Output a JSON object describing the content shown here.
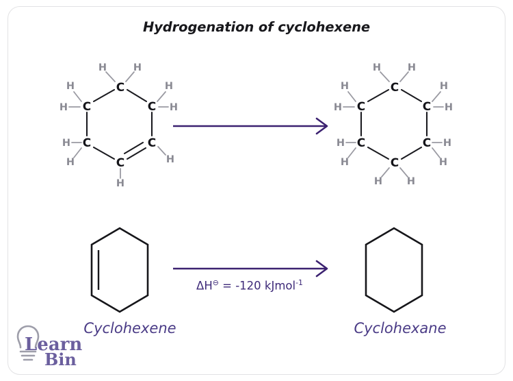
{
  "figure": {
    "title": "Hydrogenation of cyclohexene",
    "border_color": "#e2e2e4",
    "background": "#ffffff"
  },
  "colors": {
    "accent_purple": "#3b2170",
    "label_purple": "#4a3b86",
    "enthalpy_purple": "#3e2a79",
    "carbon_black": "#15151a",
    "hydrogen_gray": "#8a8a93",
    "logo_purple": "#6b5f9e",
    "bulb_gray": "#9e9eaa"
  },
  "reaction_top": {
    "reactant": {
      "name": "cyclohexene-displayed-formula",
      "carbon_label": "C",
      "hydrogen_label": "H",
      "carbon_count": 6,
      "hydrogen_count": 10,
      "double_bonds": 1
    },
    "arrow": {
      "name": "reaction-arrow",
      "direction": "right",
      "color": "#3b2170"
    },
    "product": {
      "name": "cyclohexane-displayed-formula",
      "carbon_label": "C",
      "hydrogen_label": "H",
      "carbon_count": 6,
      "hydrogen_count": 12,
      "double_bonds": 0
    }
  },
  "reaction_bottom": {
    "reactant": {
      "name": "cyclohexene-skeletal",
      "label": "Cyclohexene",
      "double_bonds": 1
    },
    "arrow": {
      "name": "reaction-arrow",
      "direction": "right",
      "color": "#3b2170"
    },
    "product": {
      "name": "cyclohexane-skeletal",
      "label": "Cyclohexane",
      "double_bonds": 0
    },
    "enthalpy": {
      "symbol": "ΔH",
      "superscript": "⊖",
      "equals": " = ",
      "value": "-120",
      "unit": "kJmol",
      "unit_superscript": "-1",
      "full_text": "ΔH⊖ = -120 kJmol-1"
    }
  },
  "branding": {
    "line1": "Learn",
    "line2": "Bin",
    "icon": "lightbulb-icon"
  },
  "chart_data": {
    "type": "diagram",
    "title": "Hydrogenation of cyclohexene",
    "description": "Two-row chemical reaction scheme showing cyclohexene converting to cyclohexane",
    "rows": [
      {
        "representation": "displayed formula",
        "left": "cyclohexene (C6H10)",
        "right": "cyclohexane (C6H12)",
        "annotation": ""
      },
      {
        "representation": "skeletal formula",
        "left": "Cyclohexene",
        "right": "Cyclohexane",
        "annotation": "ΔH⊖ = -120 kJmol-1"
      }
    ]
  }
}
